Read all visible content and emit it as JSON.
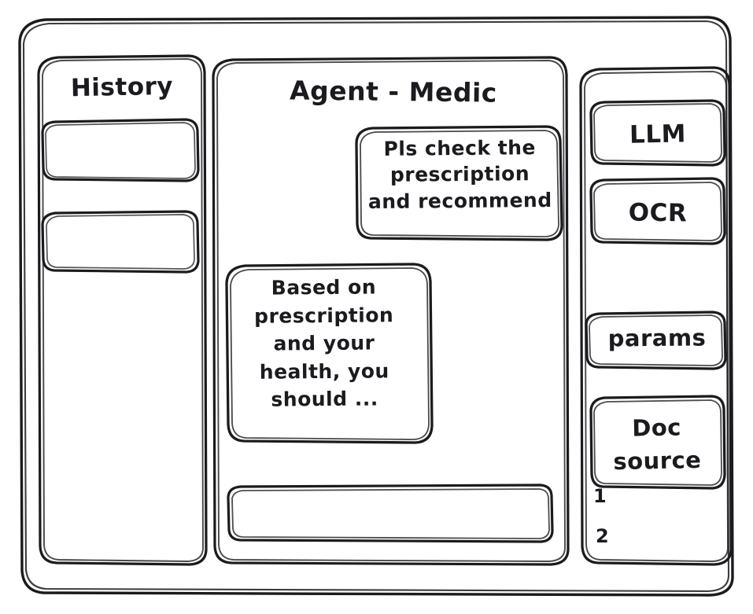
{
  "meta": {
    "style": "hand-drawn-wireframe",
    "stroke_color": "#1b1b1f",
    "background_color": "#ffffff"
  },
  "window": {
    "name": "app-window"
  },
  "sidebar_left": {
    "title": "History",
    "items": [
      {
        "label": "",
        "name": "history-item-1"
      },
      {
        "label": "",
        "name": "history-item-2"
      }
    ]
  },
  "main": {
    "title": "Agent - Medic",
    "messages": [
      {
        "role": "user",
        "text": "Pls check the\nprescription\nand recommend"
      },
      {
        "role": "assistant",
        "text": "Based on\nprescription\nand your\nhealth, you\nshould ..."
      }
    ],
    "composer": {
      "value": "",
      "placeholder": ""
    }
  },
  "sidebar_right": {
    "tools": [
      {
        "label": "LLM",
        "name": "tool-llm"
      },
      {
        "label": "OCR",
        "name": "tool-ocr"
      },
      {
        "label": "params",
        "name": "tool-params"
      },
      {
        "label": "Doc\nsource",
        "name": "tool-doc-source"
      }
    ],
    "doc_list": [
      {
        "label": "1"
      },
      {
        "label": "2"
      }
    ]
  }
}
